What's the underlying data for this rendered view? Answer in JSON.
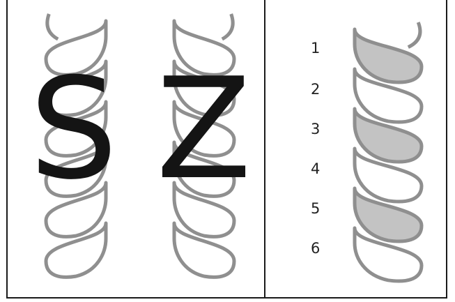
{
  "left_panel": {
    "s_label": "S",
    "z_label": "Z"
  },
  "right_panel": {
    "strand_numbers": [
      "1",
      "2",
      "3",
      "4",
      "5",
      "6"
    ]
  },
  "colors": {
    "rope_stroke": "#8f8f8f",
    "strand_fill": "#c3c3c3",
    "letter": "#141414",
    "border": "#1a1a1a"
  }
}
